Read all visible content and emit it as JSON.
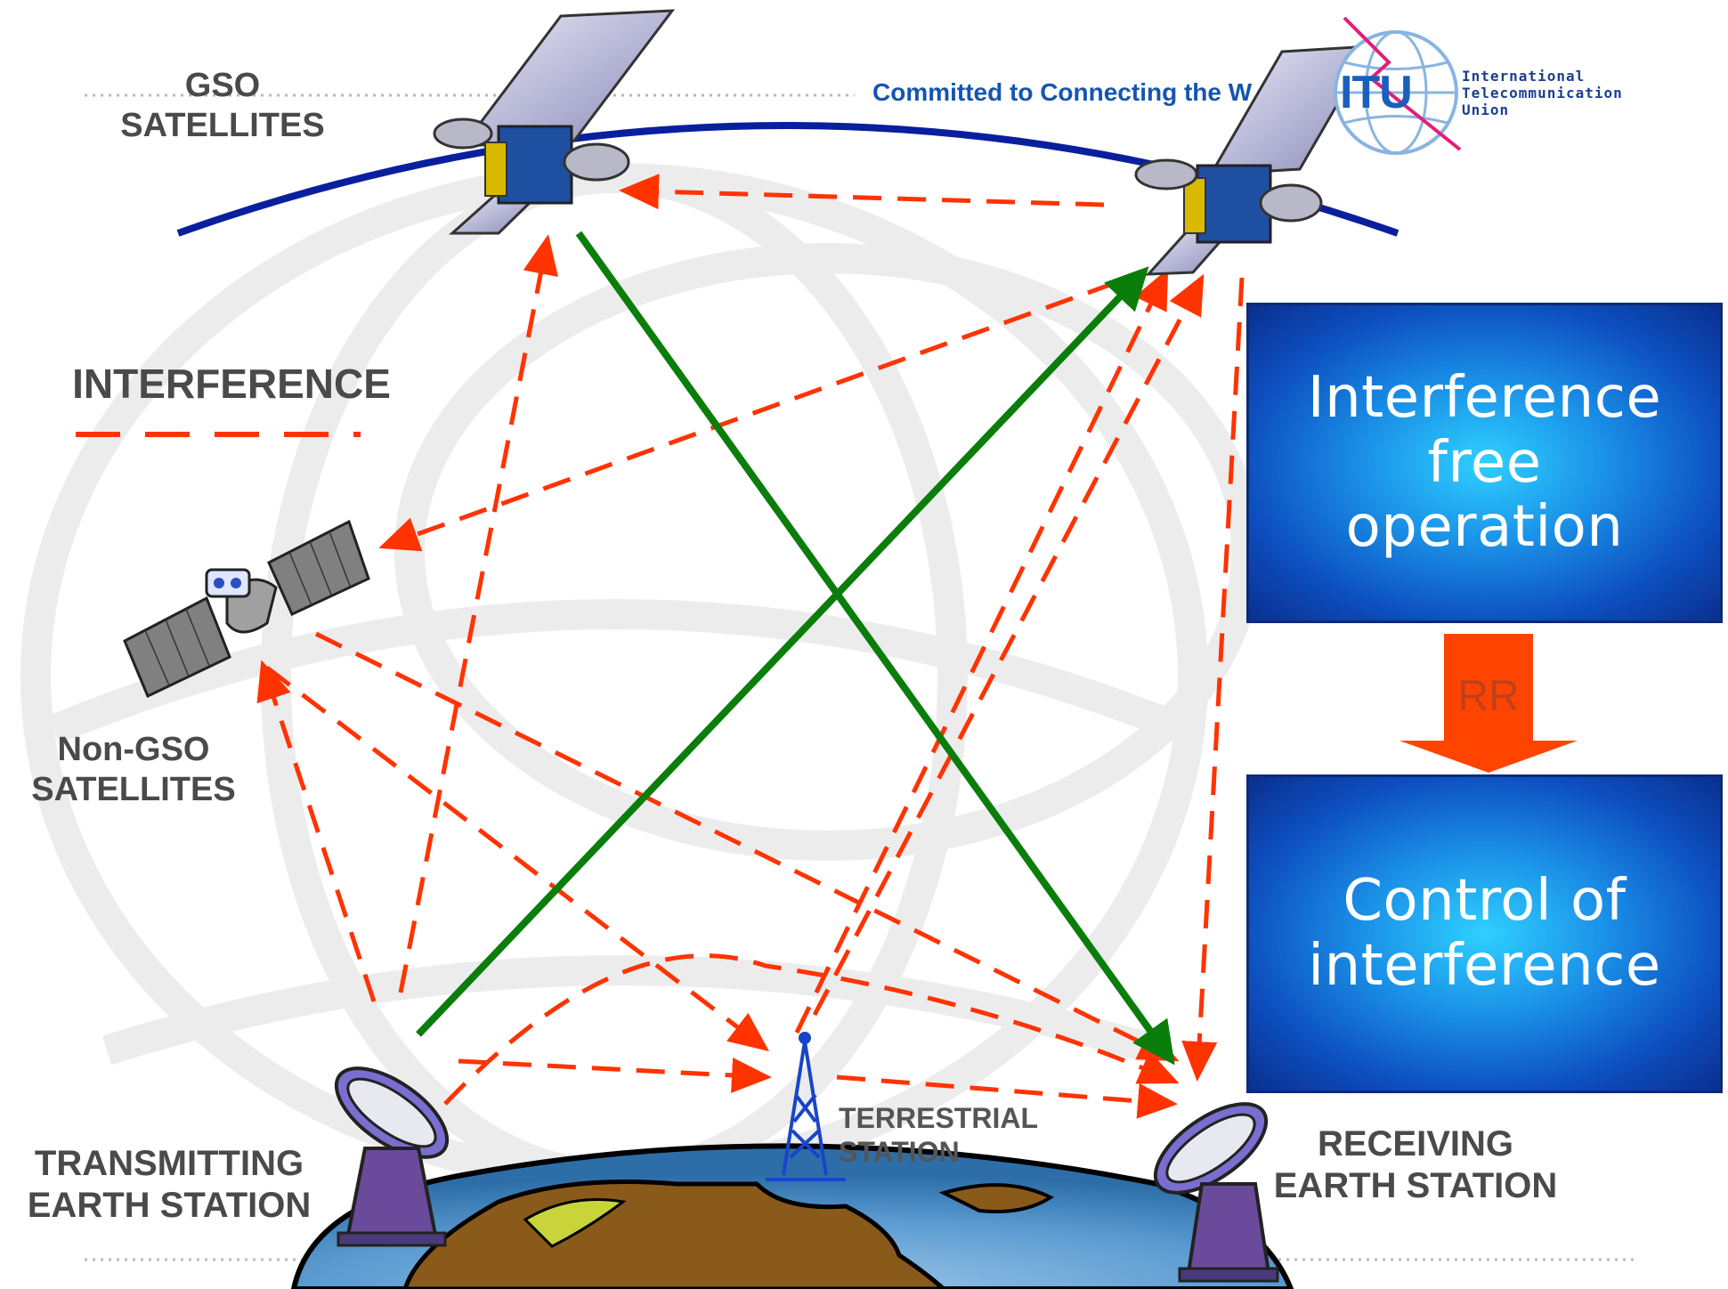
{
  "header": {
    "tagline": "Committed to Connecting the W",
    "logo_text": "ITU",
    "org_name": [
      "International",
      "Telecommunication",
      "Union"
    ]
  },
  "labels": {
    "gso": [
      "GSO",
      "SATELLITES"
    ],
    "interference": "INTERFERENCE",
    "non_gso": [
      "Non-GSO",
      "SATELLITES"
    ],
    "transmitting": [
      "TRANSMITTING",
      "EARTH STATION"
    ],
    "terrestrial": [
      "TERRESTRIAL",
      "STATION"
    ],
    "receiving": [
      "RECEIVING",
      "EARTH STATION"
    ]
  },
  "boxes": {
    "top": [
      "Interference",
      "free",
      "operation"
    ],
    "bottom": [
      "Control of",
      "interference"
    ]
  },
  "arrow_label": "RR",
  "colors": {
    "interference_line": "#ff3300",
    "wanted_link": "#0a7d0a",
    "orbit": "#0a1f9e",
    "box_dark": "#0a2f8f",
    "box_light": "#2fd0ff",
    "rr_arrow": "#ff4400",
    "label_grey": "#4a4a4a",
    "tagline_blue": "#1555b0"
  }
}
